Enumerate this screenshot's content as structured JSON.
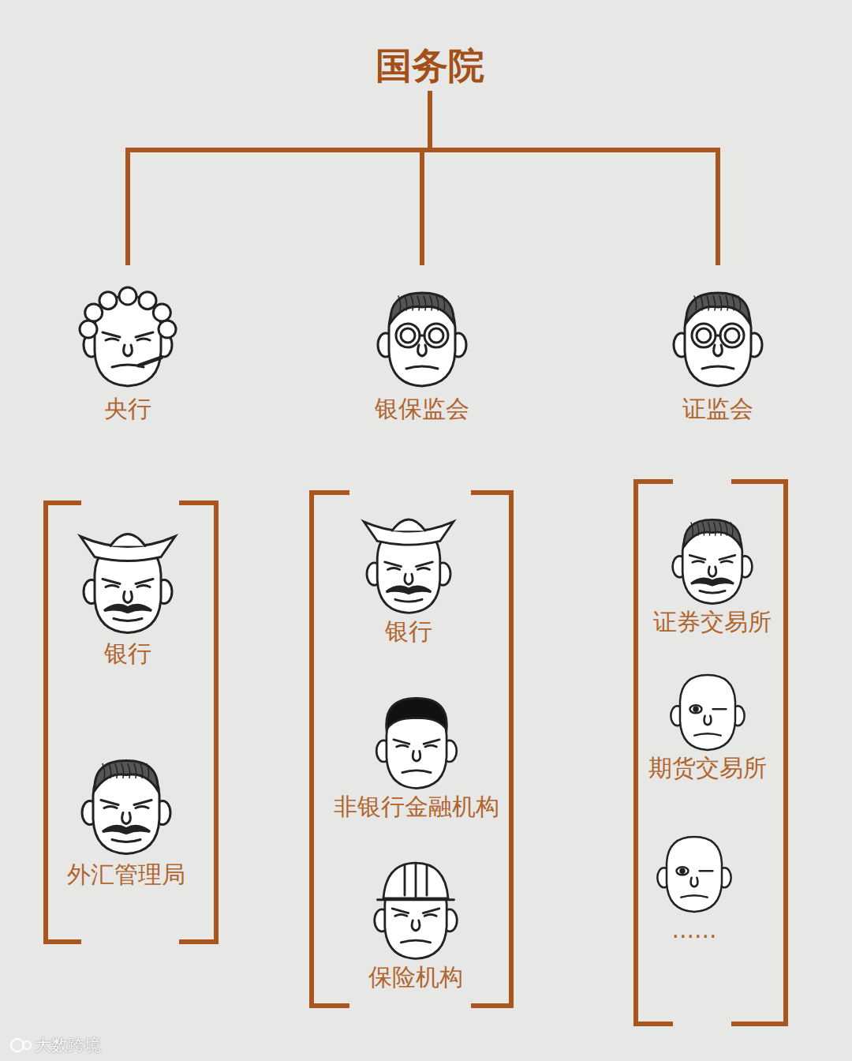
{
  "diagram": {
    "nodes": [
      {
        "text": [
          "国务院"
        ]
      },
      {
        "text": [
          "央行"
        ]
      },
      {
        "text": [
          "银保监会"
        ]
      },
      {
        "text": [
          "证监会"
        ]
      },
      {
        "text": [
          "银行"
        ]
      },
      {
        "text": [
          "外汇管理局"
        ]
      },
      {
        "text": [
          "银行"
        ]
      },
      {
        "text": [
          "非银行金融机构"
        ]
      },
      {
        "text": [
          "保险机构"
        ]
      },
      {
        "text": [
          "证券交易所"
        ]
      },
      {
        "text": [
          "期货交易所"
        ]
      },
      {
        "text": [
          "......"
        ]
      }
    ],
    "edges": [
      {
        "from": 0,
        "to": 1,
        "arrow": "none"
      },
      {
        "from": 0,
        "to": 2,
        "arrow": "none"
      },
      {
        "from": 0,
        "to": 3,
        "arrow": "none"
      }
    ],
    "labels": [
      "大数跨境"
    ]
  }
}
